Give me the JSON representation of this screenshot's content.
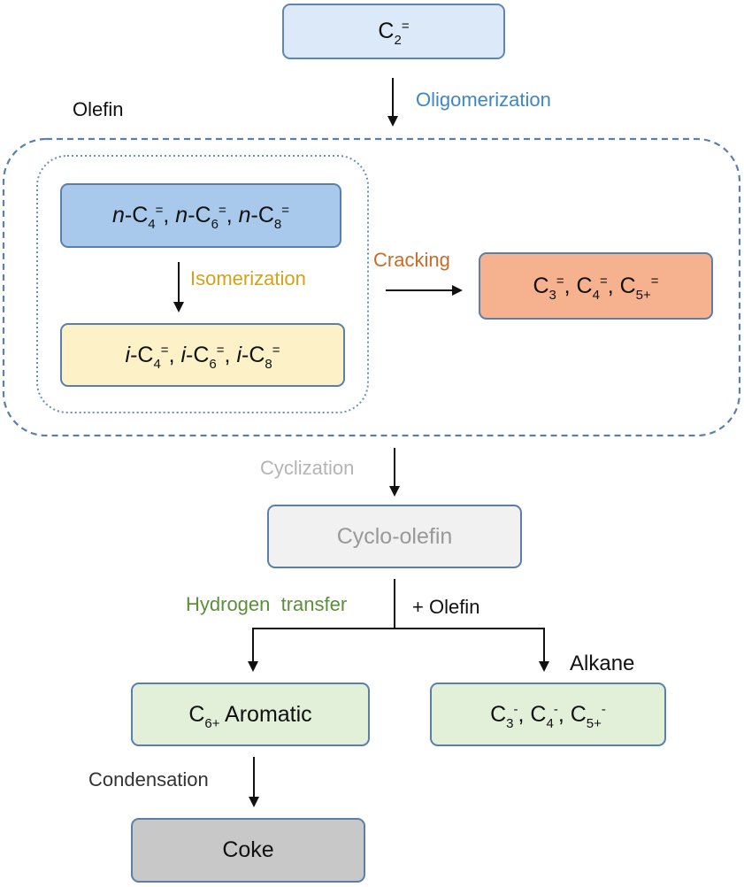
{
  "colors": {
    "blue_label": "#3f86c4",
    "gold_label": "#d4a219",
    "orange_label": "#cc6a28",
    "gray_label": "#b4b4b4",
    "green_label": "#5b8f3a",
    "dashed_border": "#5a80a8",
    "dotted_border": "#6a8fb8"
  },
  "labels": {
    "olefin_group": "Olefin",
    "oligomerization": "Oligomerization",
    "isomerization": "Isomerization",
    "cracking": "Cracking",
    "cyclization": "Cyclization",
    "hydrogen_transfer": "Hydrogen  transfer",
    "plus_olefin": "+ Olefin",
    "alkane": "Alkane",
    "condensation": "Condensation"
  },
  "boxes": {
    "c2": {
      "base": "C",
      "sub": "2",
      "sup": "="
    },
    "n_olefins": {
      "items": [
        {
          "prefix": "n",
          "base": "-C",
          "sub": "4",
          "sup": "="
        },
        {
          "prefix": "n",
          "base": "-C",
          "sub": "6",
          "sup": "="
        },
        {
          "prefix": "n",
          "base": "-C",
          "sub": "8",
          "sup": "="
        }
      ],
      "separator": ", "
    },
    "i_olefins": {
      "items": [
        {
          "prefix": "i",
          "base": "-C",
          "sub": "4",
          "sup": "="
        },
        {
          "prefix": "i",
          "base": "-C",
          "sub": "6",
          "sup": "="
        },
        {
          "prefix": "i",
          "base": "-C",
          "sub": "8",
          "sup": "="
        }
      ],
      "separator": ", "
    },
    "cracked": {
      "items": [
        {
          "base": "C",
          "sub": "3",
          "sup": "="
        },
        {
          "base": "C",
          "sub": "4",
          "sup": "="
        },
        {
          "base": "C",
          "sub": "5+",
          "sup": "="
        }
      ],
      "separator": ", "
    },
    "cyclo_olefin": {
      "text": "Cyclo-olefin"
    },
    "aromatic": {
      "base": "C",
      "sub": "6+",
      "text": " Aromatic"
    },
    "alkanes": {
      "items": [
        {
          "base": "C",
          "sub": "3",
          "sup": "-"
        },
        {
          "base": "C",
          "sub": "4",
          "sup": "-"
        },
        {
          "base": "C",
          "sub": "5+",
          "sup": "-"
        }
      ],
      "separator": ", "
    },
    "coke": {
      "text": "Coke"
    }
  }
}
